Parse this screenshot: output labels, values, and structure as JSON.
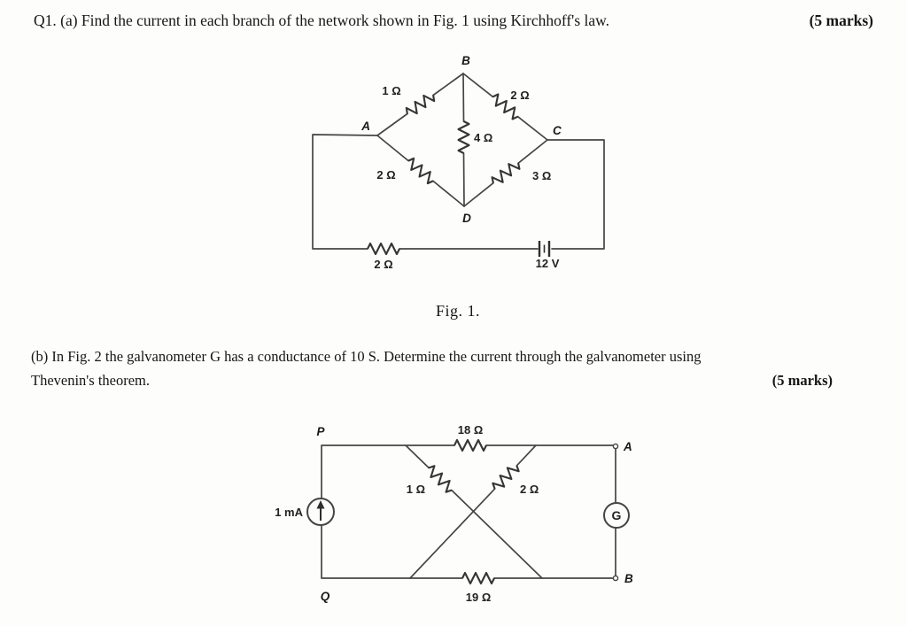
{
  "question_a": {
    "text": "Q1. (a) Find the current in each branch of the network shown in Fig. 1 using Kirchhoff's law.",
    "marks": "(5 marks)"
  },
  "fig1": {
    "caption": "Fig. 1.",
    "nodes": {
      "a": "A",
      "b": "B",
      "c": "C",
      "d": "D"
    },
    "resistors": {
      "ab": "1 Ω",
      "bc": "2 Ω",
      "bd": "4 Ω",
      "ad": "2 Ω",
      "dc": "3 Ω",
      "bottom": "2 Ω"
    },
    "battery": "12 V"
  },
  "question_b": {
    "line1": "(b) In Fig. 2 the galvanometer G has a conductance of 10 S. Determine the current through the galvanometer using",
    "line2": "Thevenin's theorem.",
    "marks": "(5 marks)"
  },
  "fig2": {
    "nodes": {
      "p": "P",
      "q": "Q",
      "a": "A",
      "b": "B"
    },
    "source": "1 mA",
    "galvanometer": "G",
    "resistors": {
      "top": "18 Ω",
      "diag1": "1 Ω",
      "diag2": "2 Ω",
      "bottom": "19 Ω"
    }
  }
}
